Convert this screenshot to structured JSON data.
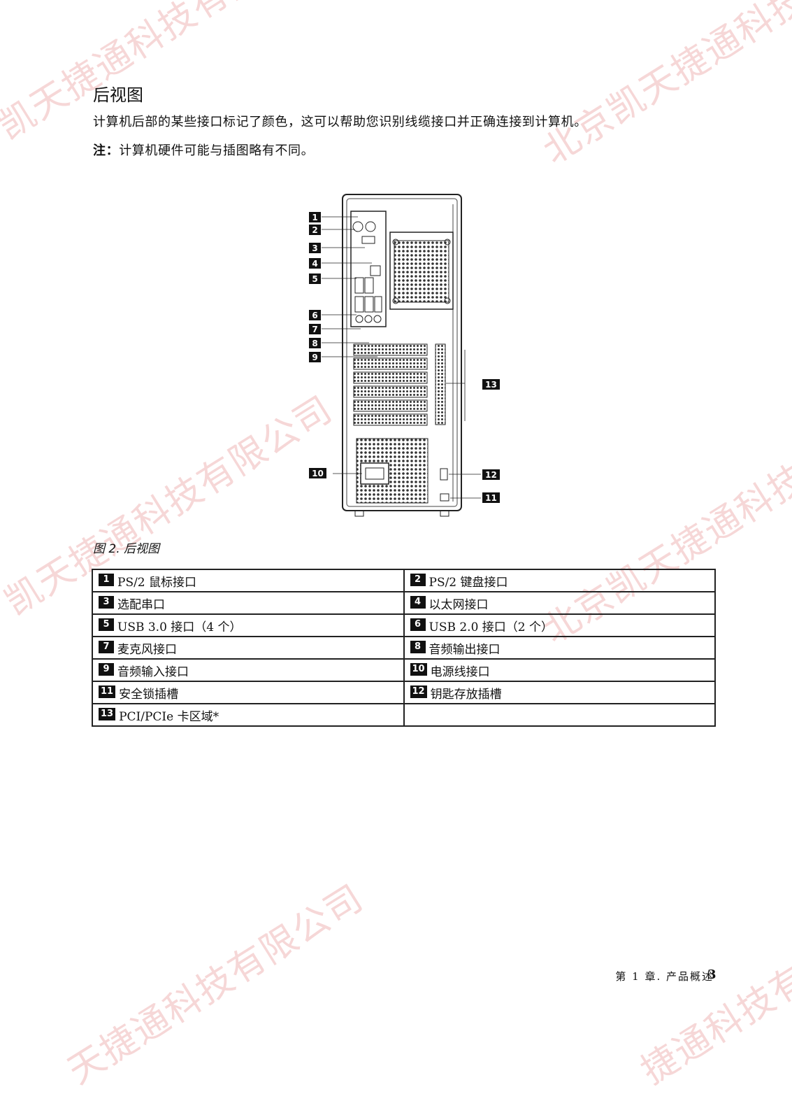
{
  "watermark": {
    "text_a": "北京凯天捷通科技有限公司",
    "text_b": "凯天捷通科技有限公司",
    "text_c": "天捷通科技有限公司",
    "text_d": "捷通科技有限"
  },
  "section": {
    "title": "后视图",
    "intro": "计算机后部的某些接口标记了颜色，这可以帮助您识别线缆接口并正确连接到计算机。",
    "note_label": "注：",
    "note_text": "计算机硬件可能与插图略有不同。"
  },
  "figure": {
    "callouts": [
      "1",
      "2",
      "3",
      "4",
      "5",
      "6",
      "7",
      "8",
      "9",
      "10",
      "11",
      "12",
      "13"
    ],
    "caption": "图 2. 后视图"
  },
  "legend": [
    [
      {
        "num": "1",
        "label": "PS/2 鼠标接口"
      },
      {
        "num": "2",
        "label": "PS/2 键盘接口"
      }
    ],
    [
      {
        "num": "3",
        "label": "选配串口"
      },
      {
        "num": "4",
        "label": "以太网接口"
      }
    ],
    [
      {
        "num": "5",
        "label": "USB 3.0 接口（4 个）"
      },
      {
        "num": "6",
        "label": "USB 2.0 接口（2 个）"
      }
    ],
    [
      {
        "num": "7",
        "label": "麦克风接口"
      },
      {
        "num": "8",
        "label": "音频输出接口"
      }
    ],
    [
      {
        "num": "9",
        "label": "音频输入接口"
      },
      {
        "num": "10",
        "label": "电源线接口"
      }
    ],
    [
      {
        "num": "11",
        "label": "安全锁插槽"
      },
      {
        "num": "12",
        "label": "钥匙存放插槽"
      }
    ],
    [
      {
        "num": "13",
        "label": "PCI/PCIe 卡区域*"
      },
      {
        "num": "",
        "label": ""
      }
    ]
  ],
  "footer": {
    "chapter": "第 1 章. 产品概述",
    "page": "3"
  }
}
